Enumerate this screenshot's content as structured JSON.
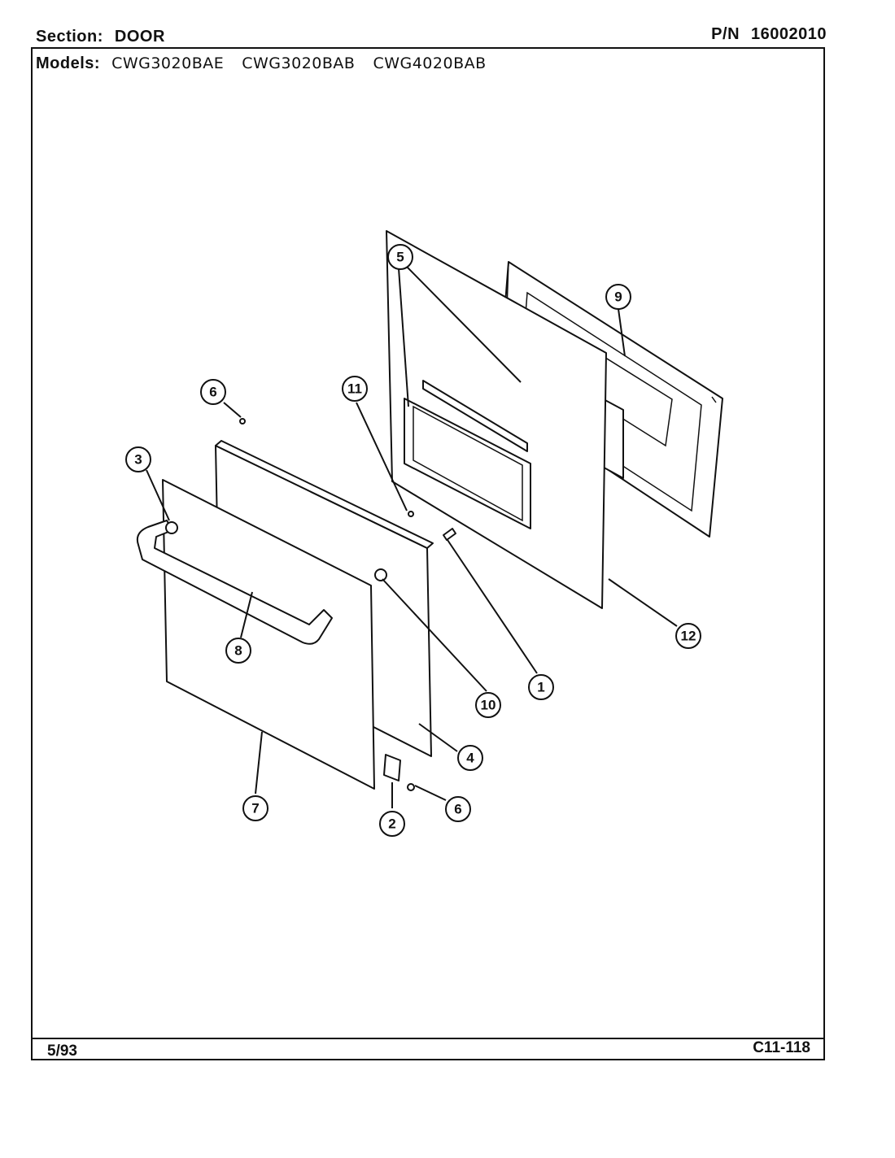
{
  "header": {
    "section_label": "Section:",
    "section_value": "DOOR",
    "pn_label": "P/N",
    "pn_value": "16002010",
    "models_label": "Models:",
    "models": [
      "CWG3020BAE",
      "CWG3020BAB",
      "CWG4020BAB"
    ]
  },
  "footer": {
    "date": "5/93",
    "code": "C11-118"
  },
  "callouts": [
    {
      "id": "c5",
      "label": "5"
    },
    {
      "id": "c9",
      "label": "9"
    },
    {
      "id": "c11",
      "label": "11"
    },
    {
      "id": "c6a",
      "label": "6"
    },
    {
      "id": "c3",
      "label": "3"
    },
    {
      "id": "c12",
      "label": "12"
    },
    {
      "id": "c8",
      "label": "8"
    },
    {
      "id": "c1",
      "label": "1"
    },
    {
      "id": "c10",
      "label": "10"
    },
    {
      "id": "c4",
      "label": "4"
    },
    {
      "id": "c7",
      "label": "7"
    },
    {
      "id": "c6b",
      "label": "6"
    },
    {
      "id": "c2",
      "label": "2"
    }
  ]
}
